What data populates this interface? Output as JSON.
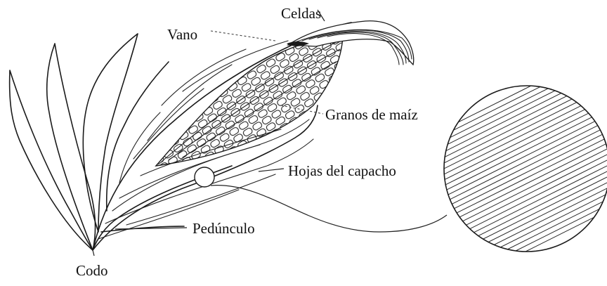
{
  "labels": {
    "celdas": "Celdas",
    "vano": "Vano",
    "granos": "Granos de maíz",
    "hojas": "Hojas del capacho",
    "pedunculo": "Pedúnculo",
    "codo": "Codo"
  }
}
